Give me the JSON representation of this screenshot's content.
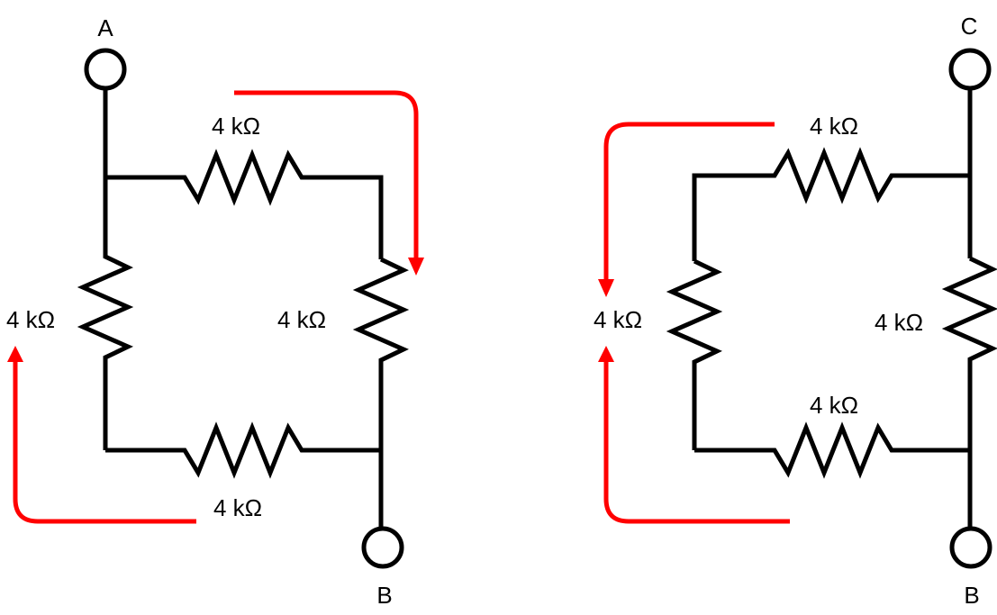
{
  "colors": {
    "wire": "#000000",
    "arrow": "#ff0000",
    "background": "#ffffff"
  },
  "left_circuit": {
    "terminal_top": "A",
    "terminal_bottom": "B",
    "resistor_top": "4 kΩ",
    "resistor_left": "4 kΩ",
    "resistor_right": "4 kΩ",
    "resistor_bottom": "4 kΩ"
  },
  "right_circuit": {
    "terminal_top": "C",
    "terminal_bottom": "B",
    "resistor_top": "4 kΩ",
    "resistor_left": "4 kΩ",
    "resistor_right": "4 kΩ",
    "resistor_bottom": "4 kΩ"
  }
}
